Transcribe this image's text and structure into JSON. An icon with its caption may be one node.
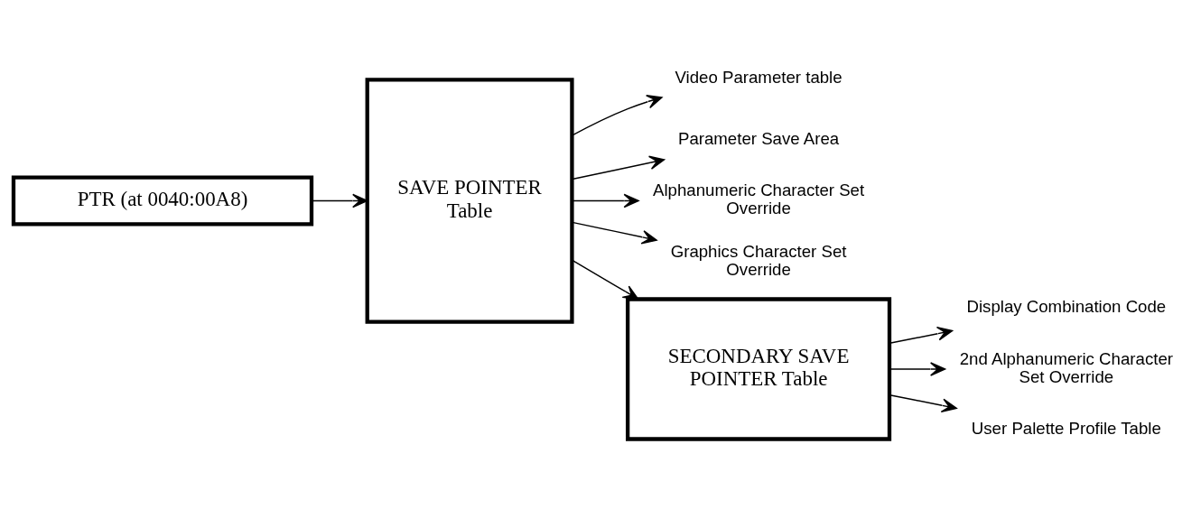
{
  "diagram": {
    "nodes": [
      {
        "text": [
          "PTR (at 0040:00A8)"
        ]
      },
      {
        "text": [
          "SAVE POINTER Table"
        ]
      },
      {
        "text": [
          "Video Parameter table"
        ]
      },
      {
        "text": [
          "Parameter Save Area"
        ]
      },
      {
        "text": [
          "Alphanumeric Character Set Override"
        ]
      },
      {
        "text": [
          "Graphics Character Set Override"
        ]
      },
      {
        "text": [
          "SECONDARY SAVE POINTER Table"
        ]
      },
      {
        "text": [
          "Display Combination Code"
        ]
      },
      {
        "text": [
          "2nd Alphanumeric Character Set Override"
        ]
      },
      {
        "text": [
          "User Palette Profile Table"
        ]
      }
    ],
    "edges": [
      {
        "from": 0,
        "to": 1,
        "arrow": "to"
      },
      {
        "from": 1,
        "to": 2,
        "arrow": "to"
      },
      {
        "from": 1,
        "to": 3,
        "arrow": "to"
      },
      {
        "from": 1,
        "to": 4,
        "arrow": "to"
      },
      {
        "from": 1,
        "to": 5,
        "arrow": "to"
      },
      {
        "from": 1,
        "to": 6,
        "arrow": "to"
      },
      {
        "from": 6,
        "to": 7,
        "arrow": "to"
      },
      {
        "from": 6,
        "to": 8,
        "arrow": "to"
      },
      {
        "from": 6,
        "to": 9,
        "arrow": "to"
      }
    ]
  }
}
